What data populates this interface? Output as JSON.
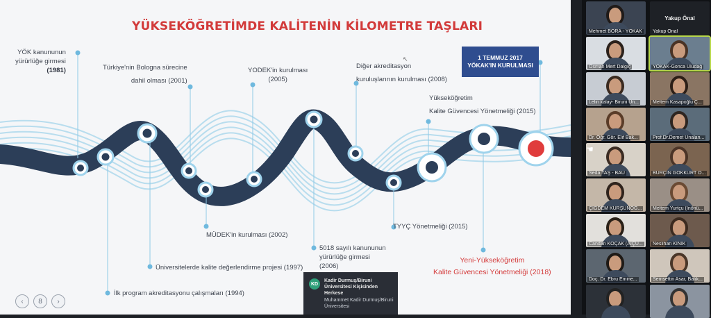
{
  "slide": {
    "title": "YÜKSEKÖĞRETİMDE KALİTENİN KİLOMETRE TAŞLARI",
    "milestones": [
      {
        "line1": "YÖK kanununun",
        "line2": "yürürlüğe girmesi",
        "year": "(1981)"
      },
      {
        "line1": "İlk program akreditasyonu çalışmaları (1994)"
      },
      {
        "line1": "Üniversitelerde kalite değerlendirme projesi (1997)"
      },
      {
        "line1": "Türkiye'nin Bologna sürecine",
        "line2": "dahil olması (2001)"
      },
      {
        "line1": "MÜDEK'in kurulması (2002)"
      },
      {
        "line1": "YODEK'in kurulması",
        "line2": "(2005)"
      },
      {
        "line1": "5018 sayılı kanununun",
        "line2": "yürürlüğe girmesi",
        "line3": "(2006)"
      },
      {
        "line1": "Diğer akreditasyon",
        "line2": "kuruluşlarının kurulması (2008)"
      },
      {
        "line1": "TYYÇ Yönetmeliği (2015)"
      },
      {
        "line1": "Yükseköğretim",
        "line2": "Kalite Güvencesi Yönetmeliği (2015)"
      },
      {
        "line1": "Yeni-Yükseköğretim",
        "line2": "Kalite Güvencesi Yönetmeliği (2018)"
      }
    ],
    "callout": {
      "line1": "1 TEMMUZ 2017",
      "line2": "YÖKAK'IN KURULMASI"
    },
    "nav": {
      "prev": "‹",
      "page": "8",
      "next": "›"
    }
  },
  "channel": {
    "initials": "KD",
    "name": "Kadir Durmuş/Biruni Üniversitesi Kişisinden Herkese",
    "sub": "Muhammet Kadir Durmuş/Biruni Üniversitesi"
  },
  "participants": [
    {
      "name": "Mehmet BORA - YÖKAK"
    },
    {
      "name": "Yakup Önal"
    },
    {
      "name": "Osman Mert Dalgıç"
    },
    {
      "name": "YÖKAK-Gonca Uludağ"
    },
    {
      "name": "Lelin kalay- Biruni Ün..."
    },
    {
      "name": "Meltem Kasapoğlu Ç..."
    },
    {
      "name": "Dr. Öğr. Gör. Elif Bak..."
    },
    {
      "name": "Prof.Dr.Demet Ünalan..."
    },
    {
      "name": "Seda TAŞ - BAU"
    },
    {
      "name": "BURÇİN GÖKKURT Ö..."
    },
    {
      "name": "ÇİĞDEM KURŞUNOĞ..."
    },
    {
      "name": "Meltem Yurtçu (İnönü..."
    },
    {
      "name": "Candan KOÇAK (AİÇÜ..."
    },
    {
      "name": "Neslihan KINIK"
    },
    {
      "name": "Doç. Dr. Ebru Emine..."
    },
    {
      "name": "Semsettin Asar, Balık..."
    },
    {
      "name": ""
    },
    {
      "name": ""
    }
  ],
  "colors": {
    "title": "#d23a3a",
    "road": "#2c3e58",
    "wave": "#5fb3d9",
    "accent": "#e03c3c",
    "callout": "#2f4d8f"
  }
}
